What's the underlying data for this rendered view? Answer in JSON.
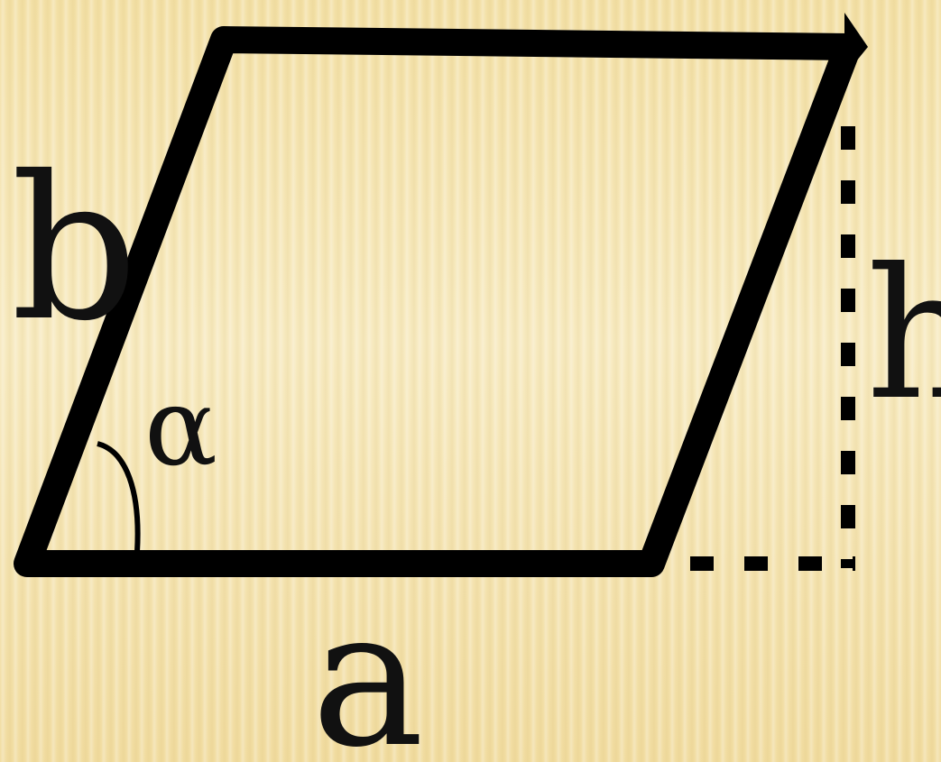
{
  "labels": {
    "base": "a",
    "side": "b",
    "height": "h",
    "angle": "α"
  },
  "colors": {
    "stroke": "#000000",
    "background": "#f4e2ad"
  }
}
